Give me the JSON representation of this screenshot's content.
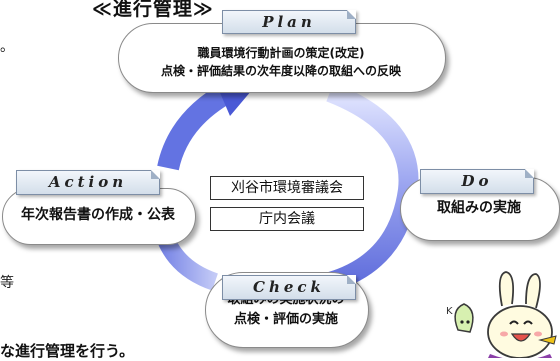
{
  "title": "≪進行管理≫",
  "left_fragment": "。",
  "plan": {
    "tag": "Plan",
    "line1": "職員環境行動計画の策定(改定)",
    "line2": "点検・評価結果の次年度以降の取組への反映"
  },
  "do": {
    "tag": "Do",
    "text": "取組みの実施"
  },
  "check": {
    "tag": "Check",
    "line1": "取組みの実施状況の",
    "line2": "点検・評価の実施"
  },
  "action": {
    "tag": "Action",
    "text": "年次報告書の作成・公表"
  },
  "center": {
    "box1": "刈谷市環境審議会",
    "box2": "庁内会議"
  },
  "side_fragment": "等",
  "bottom_fragment": "な進行管理を行う。",
  "colors": {
    "arrow": "#5b6be0",
    "arrow_light": "#dfe3ff",
    "tag_border": "#7d8ea6"
  }
}
